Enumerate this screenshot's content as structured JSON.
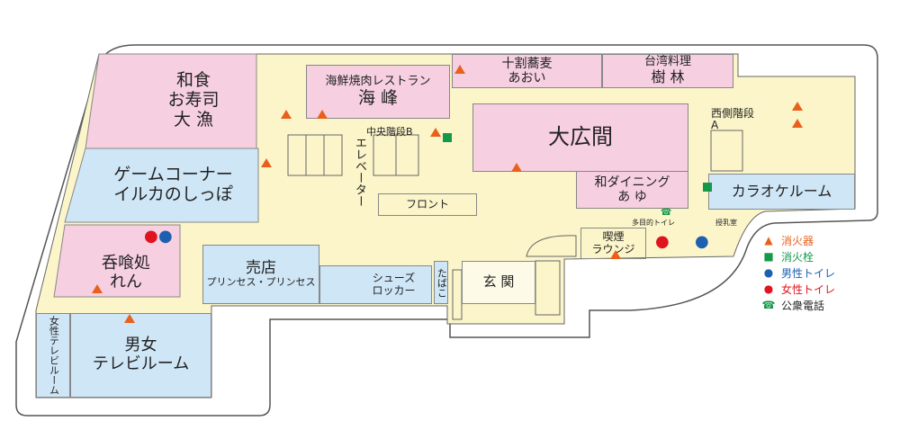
{
  "rooms": {
    "washoku": [
      "和食",
      "お寿司",
      "大 漁"
    ],
    "kaiho": [
      "海鮮焼肉レストラン",
      "海 峰"
    ],
    "soba": [
      "十割蕎麦",
      "あおい"
    ],
    "taiwan": [
      "台湾料理",
      "樹 林"
    ],
    "ohiroma": "大広間",
    "ayu": [
      "和ダイニング",
      "あ ゆ"
    ],
    "west_stairs": [
      "西側階段",
      "A"
    ],
    "karaoke": "カラオケルーム",
    "game": [
      "ゲームコーナー",
      "イルカのしっぽ"
    ],
    "ren": [
      "呑喰処",
      "れん"
    ],
    "shop": [
      "売店",
      "プリンセス・プリンセス"
    ],
    "shoes": [
      "シューズ",
      "ロッカー"
    ],
    "tobacco": "たばこ",
    "entrance": "玄 関",
    "tv_mixed": [
      "男女",
      "テレビルーム"
    ],
    "tv_women": "女性テレビルーム",
    "smoking": [
      "喫煙",
      "ラウンジ"
    ],
    "center_stairs": "中央階段B",
    "elevator": "エレベーター",
    "front": "フロント",
    "multi_toilet": "多目的トイレ",
    "nursing": "授乳室"
  },
  "legend": [
    {
      "icon": "fire-extinguisher",
      "label": "消火器",
      "color": "#e8601c"
    },
    {
      "icon": "fire-hydrant",
      "label": "消火栓",
      "color": "#14984a"
    },
    {
      "icon": "mens-toilet",
      "label": "男性トイレ",
      "color": "#1d5fb0"
    },
    {
      "icon": "womens-toilet",
      "label": "女性トイレ",
      "color": "#e0141e"
    },
    {
      "icon": "public-phone",
      "label": "公衆電話",
      "color": "#222222"
    }
  ]
}
